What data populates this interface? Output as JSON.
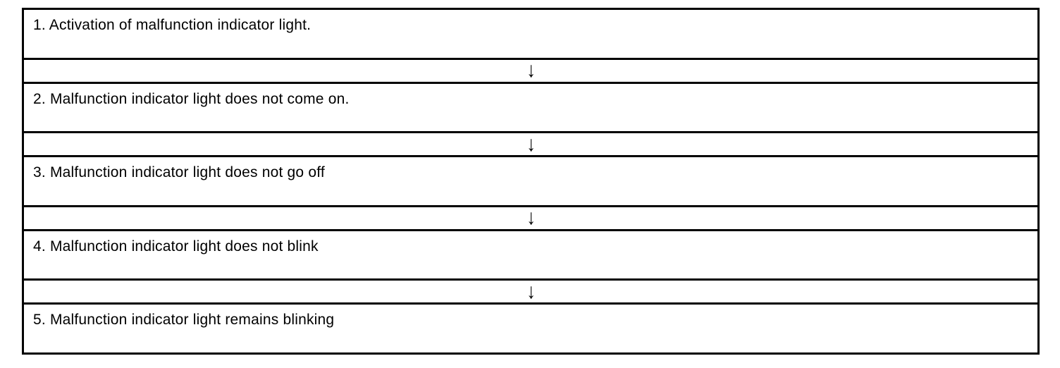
{
  "diagram": {
    "title": "malfunction-indicator-light-flow",
    "arrow_glyph": "↓",
    "colors": {
      "border": "#000000",
      "background": "#ffffff",
      "text": "#000000"
    },
    "steps": [
      {
        "label": "1. Activation of malfunction indicator light."
      },
      {
        "label": "2. Malfunction indicator light does not come on."
      },
      {
        "label": "3. Malfunction indicator light does not go off"
      },
      {
        "label": "4. Malfunction indicator light does not blink"
      },
      {
        "label": "5. Malfunction indicator light remains blinking"
      }
    ]
  }
}
